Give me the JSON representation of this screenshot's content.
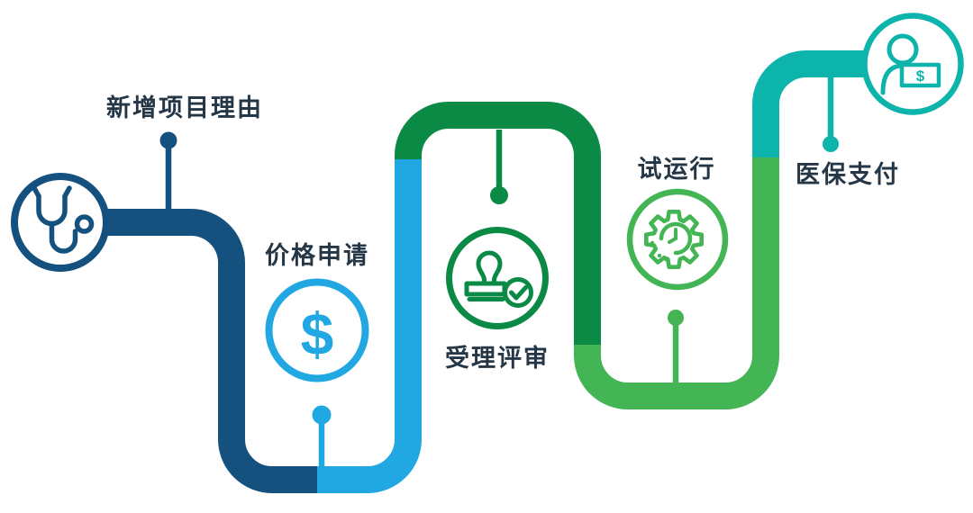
{
  "diagram": {
    "description": "Five-stage medical service pricing approval process flow",
    "text_color": "#253746",
    "background_color": "#ffffff",
    "stages": [
      {
        "label": "新增项目理由",
        "icon": "stethoscope-icon",
        "color": "#14517E"
      },
      {
        "label": "价格申请",
        "icon": "dollar-icon",
        "glyph": "$",
        "color": "#21A7E1"
      },
      {
        "label": "受理评审",
        "icon": "stamp-approval-icon",
        "color": "#0A8A44"
      },
      {
        "label": "试运行",
        "icon": "gear-clock-icon",
        "color": "#44B554"
      },
      {
        "label": "医保支付",
        "icon": "insurance-payment-icon",
        "glyph": "$",
        "color": "#0DB4AB"
      }
    ]
  }
}
